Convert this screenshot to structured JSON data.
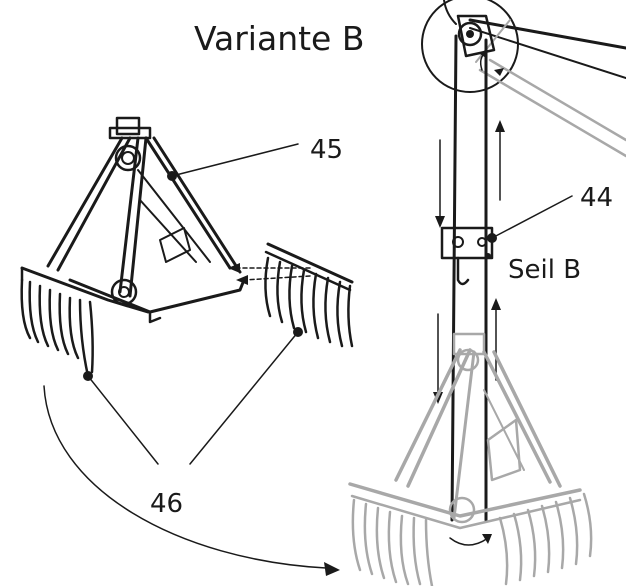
{
  "title": "Variante B",
  "labels": {
    "n45": "45",
    "n44": "44",
    "n46": "46",
    "seil": "Seil B"
  },
  "colors": {
    "ink": "#1a1a1a",
    "ghost": "#a8a8a8",
    "background": "#ffffff"
  }
}
